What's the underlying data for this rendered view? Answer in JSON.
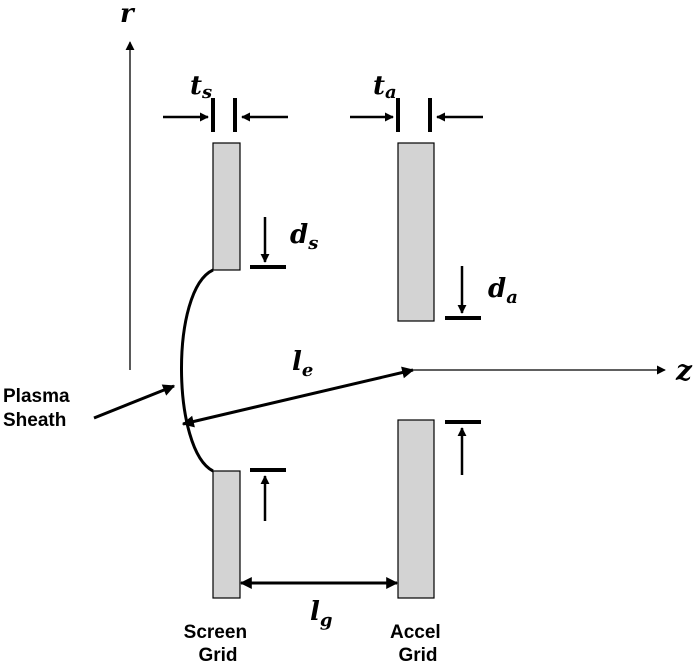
{
  "axes": {
    "r_label": "r",
    "z_label": "z"
  },
  "dimensions": {
    "ts": {
      "base": "t",
      "sub": "s"
    },
    "ta": {
      "base": "t",
      "sub": "a"
    },
    "ds": {
      "base": "d",
      "sub": "s"
    },
    "da": {
      "base": "d",
      "sub": "a"
    },
    "le": {
      "base": "l",
      "sub": "e"
    },
    "lg": {
      "base": "l",
      "sub": "g"
    }
  },
  "labels": {
    "plasma_sheath_line1": "Plasma",
    "plasma_sheath_line2": "Sheath",
    "screen_grid_line1": "Screen",
    "screen_grid_line2": "Grid",
    "accel_grid_line1": "Accel",
    "accel_grid_line2": "Grid"
  },
  "colors": {
    "grid_fill": "#d3d3d3",
    "stroke": "#000000"
  }
}
